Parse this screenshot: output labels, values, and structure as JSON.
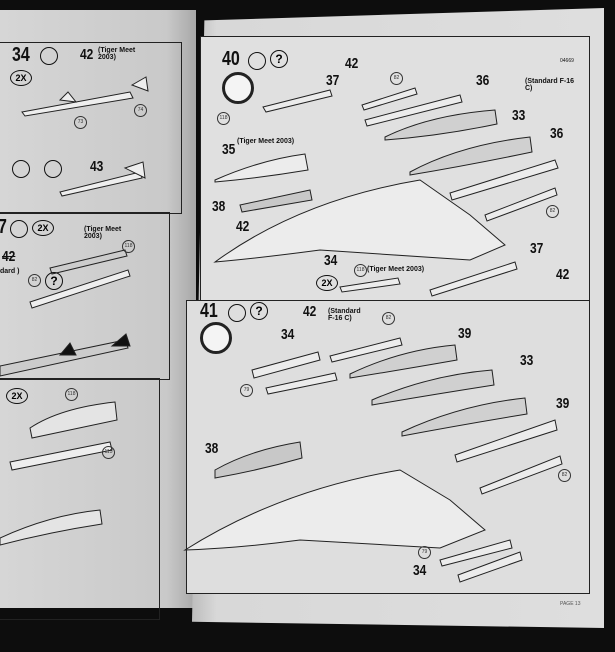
{
  "left_page": {
    "step34": {
      "number": "34",
      "arrow_target": "42",
      "note": "(Tiger Meet 2003)",
      "multiplier": "2X",
      "parts": [
        "73",
        "74"
      ],
      "alt_target": "43"
    },
    "step37": {
      "number": "7",
      "multiplier": "2X",
      "target": "42",
      "note_partial": "dard )",
      "note": "(Tiger Meet 2003)",
      "parts": [
        "118",
        "82"
      ],
      "help": "?"
    },
    "step_next": {
      "multiplier": "2X",
      "parts": [
        "118",
        "115"
      ]
    }
  },
  "right_page": {
    "code": "04669",
    "step40": {
      "number": "40",
      "help": "?",
      "target": "42",
      "standard_note": "(Standard F-16 C)",
      "tiger_note": "(Tiger Meet 2003)",
      "tiger_note2": "(Tiger Meet 2003)",
      "multiplier": "2X",
      "callouts": [
        "37",
        "36",
        "33",
        "36",
        "35",
        "38",
        "34",
        "37"
      ],
      "target2": "42",
      "target3": "42",
      "parts": [
        "118",
        "82",
        "82",
        "118"
      ]
    },
    "step41": {
      "number": "41",
      "help": "?",
      "target": "42",
      "standard_note": "(Standard F-16 C)",
      "callouts": [
        "34",
        "39",
        "33",
        "39",
        "38",
        "34"
      ],
      "parts": [
        "82",
        "82",
        "79",
        "79"
      ]
    },
    "page_label": "PAGE 13"
  }
}
